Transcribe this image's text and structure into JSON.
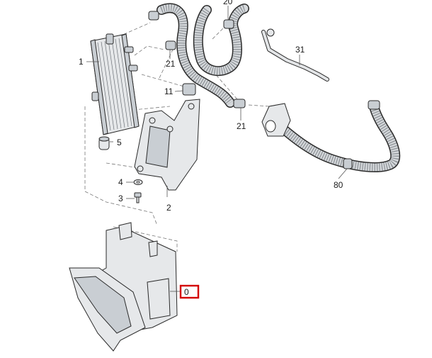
{
  "diagram": {
    "callouts": {
      "c1": "1",
      "c2": "2",
      "c3": "3",
      "c4": "4",
      "c5": "5",
      "c11": "11",
      "c20": "20",
      "c21a": "21",
      "c21b": "21",
      "c31": "31",
      "c80": "80",
      "c0": "0"
    },
    "highlight_color": "#d40000"
  }
}
